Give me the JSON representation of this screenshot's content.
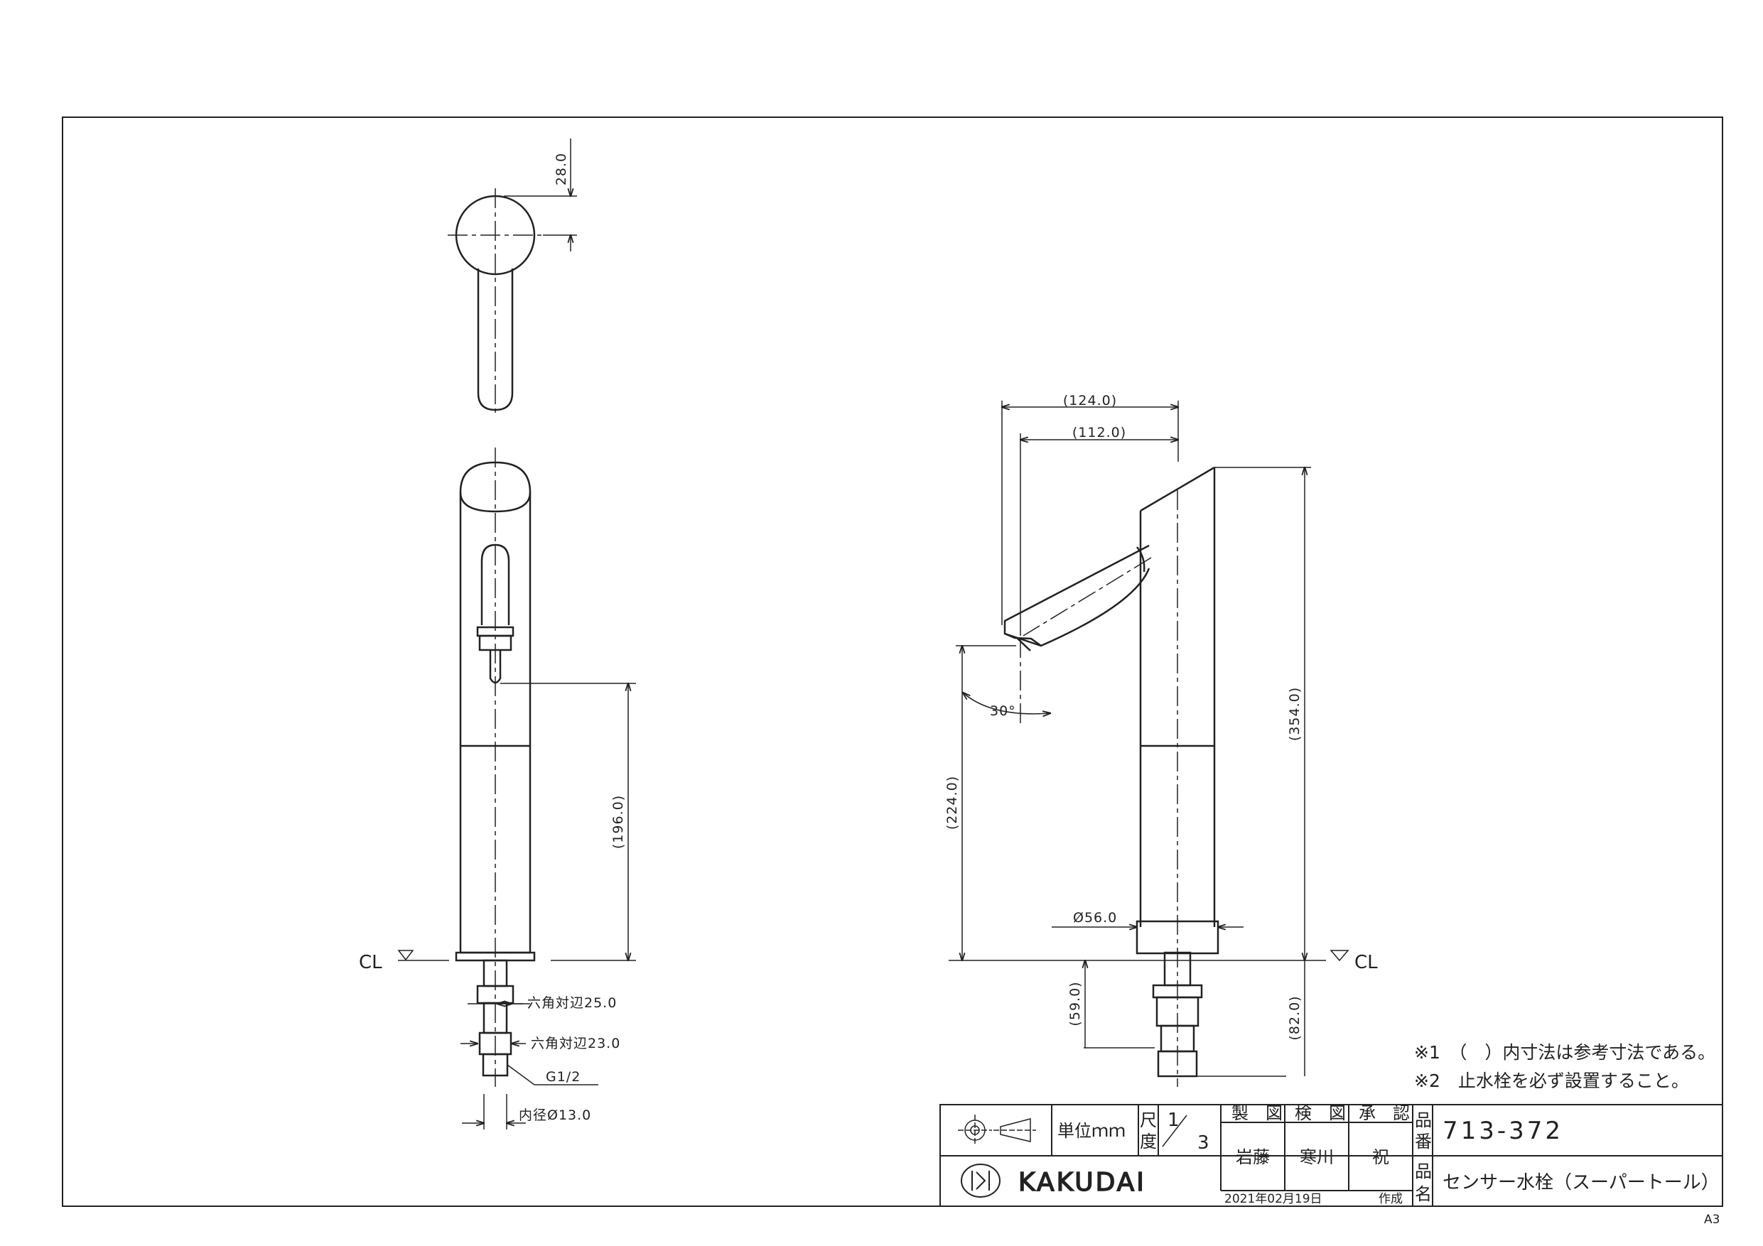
{
  "drawing": {
    "dims": {
      "top_28": "28.0",
      "front_196": "(196.0)",
      "side_124": "(124.0)",
      "side_112": "(112.0)",
      "side_354": "(354.0)",
      "side_224": "(224.0)",
      "angle_30": "30°",
      "dia_56": "Ø56.0",
      "below_59": "(59.0)",
      "below_82": "(82.0)",
      "hex_25": "六角対辺25.0",
      "hex_23": "六角対辺23.0",
      "thread": "G1/2",
      "inner_dia": "内径Ø13.0"
    },
    "cl_left": "CL",
    "cl_right": "CL"
  },
  "notes": [
    "※1　（　）内寸法は参考寸法である。",
    "※2　止水栓を必ず設置すること。"
  ],
  "title_block": {
    "unit_label": "単位ｍｍ",
    "scale_label_1": "尺",
    "scale_label_2": "度",
    "scale_num": "1",
    "scale_den": "3",
    "col_made": "製　図",
    "col_check": "検　図",
    "col_approve": "承　認",
    "made_by": "岩藤",
    "checked_by": "寒川",
    "approved_by": "祝",
    "hin": "品",
    "ban": "番",
    "mei": "名",
    "part_number": "713-372",
    "part_name": "センサー水栓（スーパートール）",
    "date": "2021年02月19日",
    "created": "作成",
    "brand": "KAKUDAI"
  },
  "sheet_size": "A3"
}
